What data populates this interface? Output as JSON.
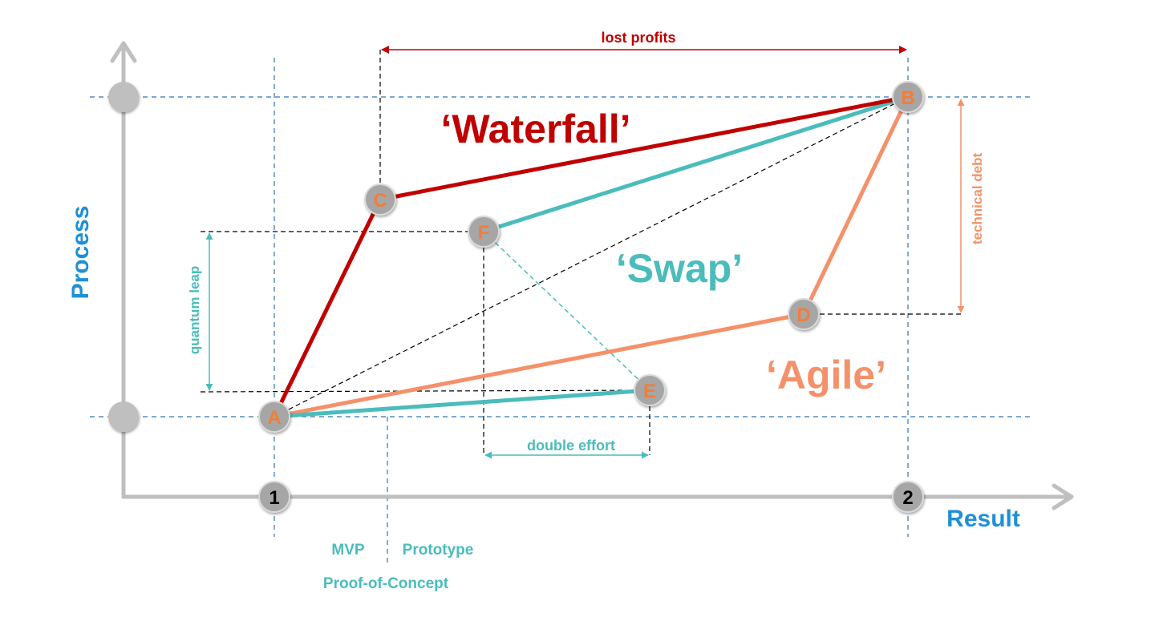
{
  "axes": {
    "y_label": "Process",
    "x_label": "Result",
    "x_ticks": [
      "1",
      "2"
    ]
  },
  "approaches": {
    "waterfall": "‘Waterfall’",
    "swap": "‘Swap’",
    "agile": "‘Agile’"
  },
  "nodes": {
    "a": "A",
    "b": "B",
    "c": "C",
    "d": "D",
    "e": "E",
    "f": "F"
  },
  "annotations": {
    "lost_profits": "lost profits",
    "technical_debt": "technical debt",
    "quantum_leap": "quantum leap",
    "double_effort": "double effort",
    "mvp": "MVP",
    "prototype": "Prototype",
    "proof_of_concept": "Proof-of-Concept"
  },
  "colors": {
    "waterfall": "#c00000",
    "swap": "#4bbcbc",
    "agile": "#f4916a",
    "axis_label": "#1e90d6",
    "axis": "#bfbfbf",
    "guide_dashed": "#2e75b6",
    "node_fill": "#a6a6a6",
    "node_text": "#f07e3a"
  }
}
